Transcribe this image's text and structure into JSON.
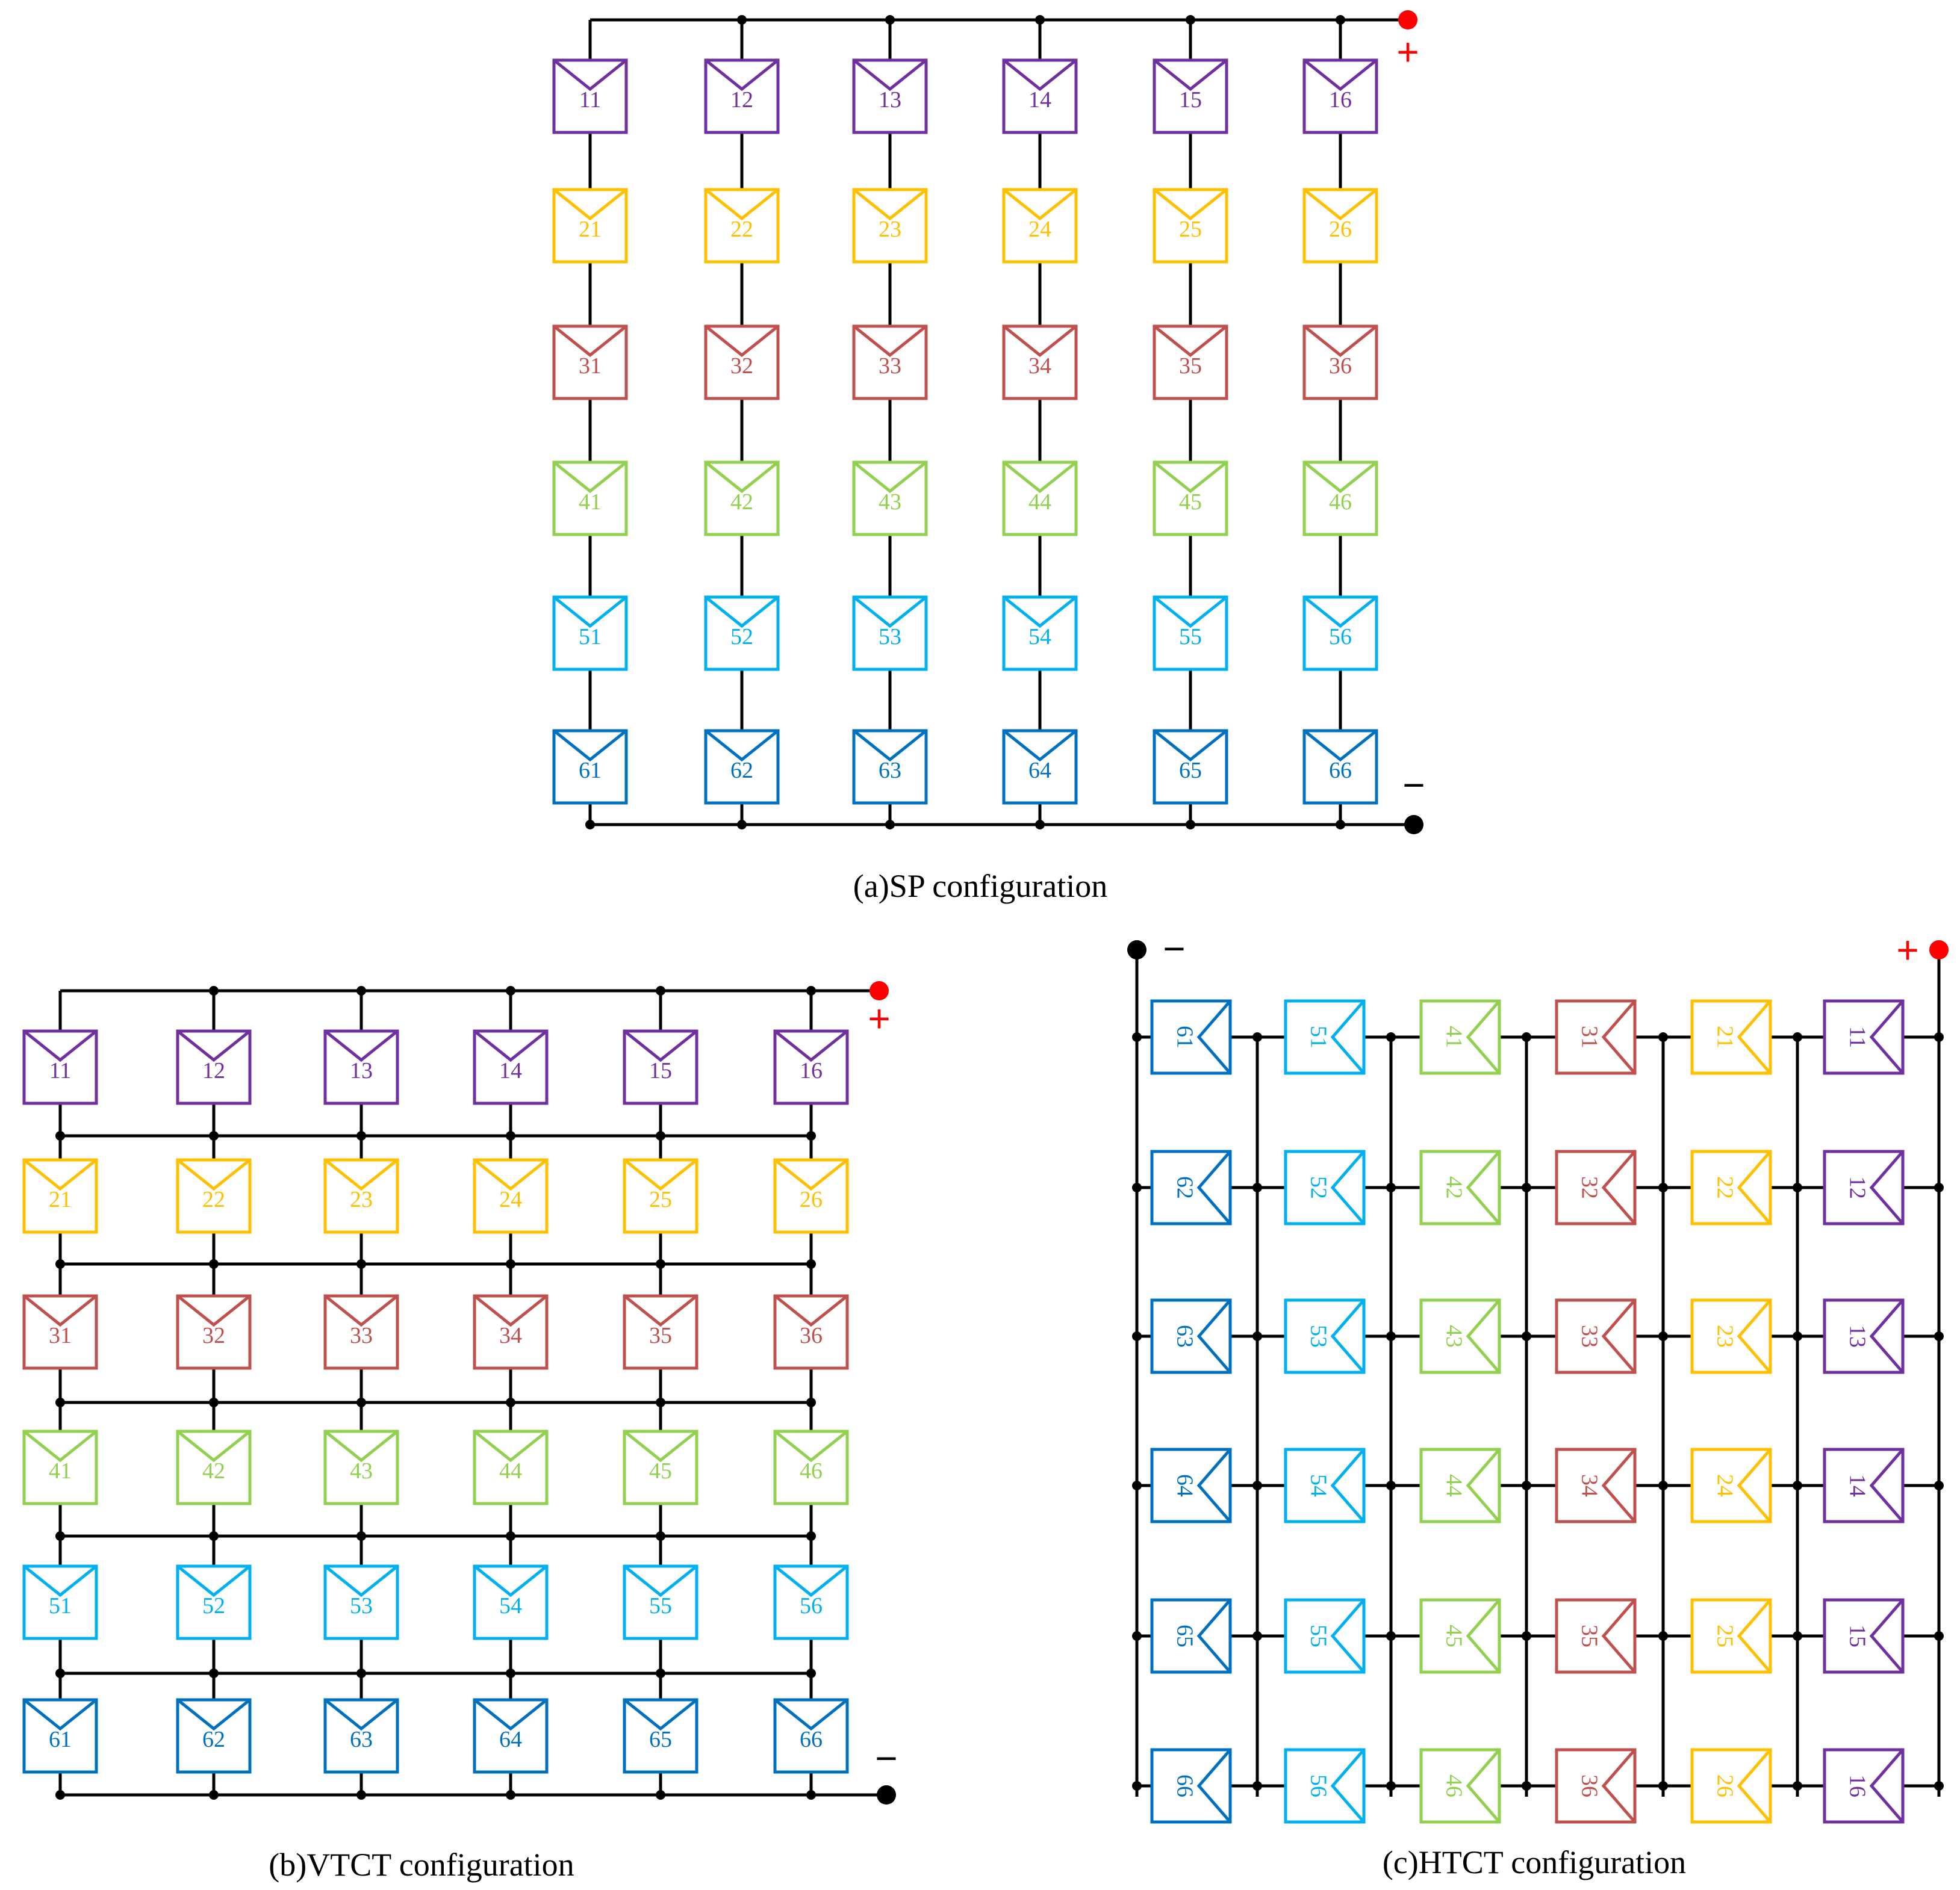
{
  "colors": {
    "wire": "#000000",
    "terminal_positive": "#ff0000",
    "terminal_negative": "#000000",
    "rows": [
      "#7030a0",
      "#ffc000",
      "#c0504d",
      "#92d050",
      "#00b0f0",
      "#0070c0"
    ]
  },
  "modules": [
    [
      "11",
      "12",
      "13",
      "14",
      "15",
      "16"
    ],
    [
      "21",
      "22",
      "23",
      "24",
      "25",
      "26"
    ],
    [
      "31",
      "32",
      "33",
      "34",
      "35",
      "36"
    ],
    [
      "41",
      "42",
      "43",
      "44",
      "45",
      "46"
    ],
    [
      "51",
      "52",
      "53",
      "54",
      "55",
      "56"
    ],
    [
      "61",
      "62",
      "63",
      "64",
      "65",
      "66"
    ]
  ],
  "diagrams": {
    "sp": {
      "caption": "(a)SP configuration",
      "positive_label": "+",
      "negative_label": "−"
    },
    "vtct": {
      "caption": "(b)VTCT configuration",
      "positive_label": "+",
      "negative_label": "−"
    },
    "htct": {
      "caption": "(c)HTCT configuration",
      "positive_label": "+",
      "negative_label": "−"
    }
  }
}
